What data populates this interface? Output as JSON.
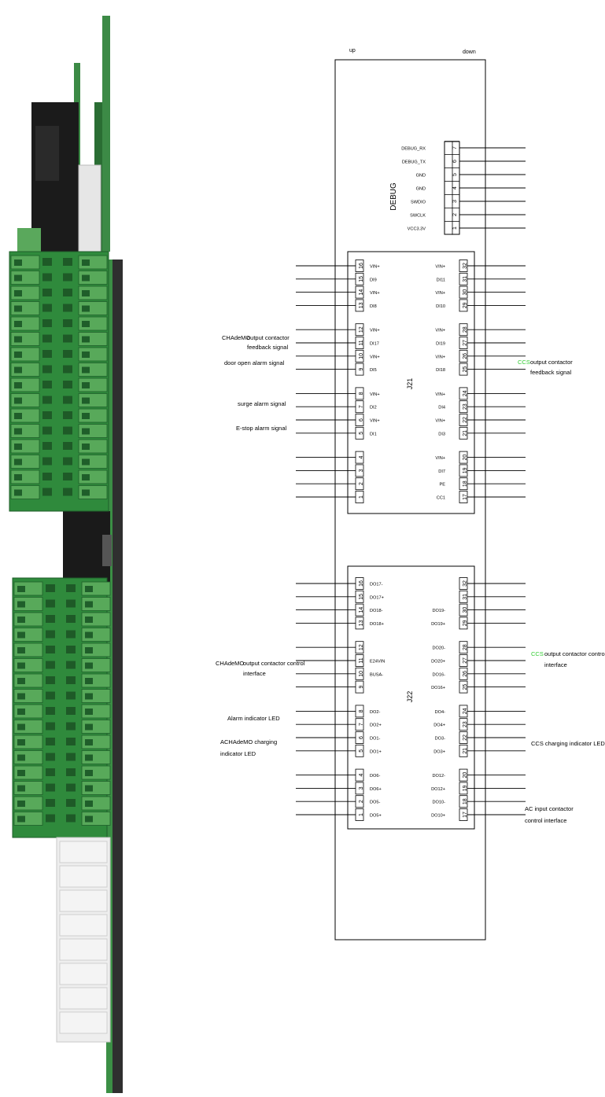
{
  "header": {
    "left": "up",
    "right": "down"
  },
  "debug": {
    "title": "DEBUG",
    "pins": [
      {
        "num": "7",
        "label": "DEBUG_RX"
      },
      {
        "num": "6",
        "label": "DEBUG_TX"
      },
      {
        "num": "5",
        "label": "GND"
      },
      {
        "num": "4",
        "label": "GND"
      },
      {
        "num": "3",
        "label": "SWDIO"
      },
      {
        "num": "2",
        "label": "SWCLK"
      },
      {
        "num": "1",
        "label": "VCC3.3V"
      }
    ]
  },
  "j21": {
    "title": "J21",
    "left_pins": [
      {
        "num": "16",
        "label": "VIN+"
      },
      {
        "num": "15",
        "label": "DI9"
      },
      {
        "num": "14",
        "label": "VIN+"
      },
      {
        "num": "13",
        "label": "DI8"
      },
      {
        "num": "12",
        "label": "VIN+"
      },
      {
        "num": "11",
        "label": "DI17"
      },
      {
        "num": "10",
        "label": "VIN+"
      },
      {
        "num": "9",
        "label": "DI5"
      },
      {
        "num": "8",
        "label": "VIN+"
      },
      {
        "num": "7",
        "label": "DI2"
      },
      {
        "num": "6",
        "label": "VIN+"
      },
      {
        "num": "5",
        "label": "DI1"
      },
      {
        "num": "4",
        "label": ""
      },
      {
        "num": "3",
        "label": ""
      },
      {
        "num": "2",
        "label": ""
      },
      {
        "num": "1",
        "label": ""
      }
    ],
    "right_pins": [
      {
        "num": "32",
        "label": "VIN+"
      },
      {
        "num": "31",
        "label": "DI11"
      },
      {
        "num": "30",
        "label": "VIN+"
      },
      {
        "num": "29",
        "label": "DI10"
      },
      {
        "num": "28",
        "label": "VIN+"
      },
      {
        "num": "27",
        "label": "DI19"
      },
      {
        "num": "26",
        "label": "VIN+"
      },
      {
        "num": "25",
        "label": "DI18"
      },
      {
        "num": "24",
        "label": "VIN+"
      },
      {
        "num": "23",
        "label": "DI4"
      },
      {
        "num": "22",
        "label": "VIN+"
      },
      {
        "num": "21",
        "label": "DI3"
      },
      {
        "num": "20",
        "label": "VIN+"
      },
      {
        "num": "19",
        "label": "DI7"
      },
      {
        "num": "18",
        "label": "PE"
      },
      {
        "num": "17",
        "label": "CC1"
      }
    ]
  },
  "j22": {
    "title": "J22",
    "left_pins": [
      {
        "num": "16",
        "label": "DO17-"
      },
      {
        "num": "15",
        "label": "DO17+"
      },
      {
        "num": "14",
        "label": "DO18-"
      },
      {
        "num": "13",
        "label": "DO18+"
      },
      {
        "num": "12",
        "label": ""
      },
      {
        "num": "11",
        "label": "E24VIN"
      },
      {
        "num": "10",
        "label": "BUSA-"
      },
      {
        "num": "9",
        "label": ""
      },
      {
        "num": "8",
        "label": "DO2-"
      },
      {
        "num": "7",
        "label": "DO2+"
      },
      {
        "num": "6",
        "label": "DO1-"
      },
      {
        "num": "5",
        "label": "DO1+"
      },
      {
        "num": "4",
        "label": "DO6-"
      },
      {
        "num": "3",
        "label": "DO6+"
      },
      {
        "num": "2",
        "label": "DO5-"
      },
      {
        "num": "1",
        "label": "DO5+"
      }
    ],
    "right_pins": [
      {
        "num": "32",
        "label": ""
      },
      {
        "num": "31",
        "label": ""
      },
      {
        "num": "30",
        "label": "DO19-"
      },
      {
        "num": "29",
        "label": "DO19+"
      },
      {
        "num": "28",
        "label": "DO20-"
      },
      {
        "num": "27",
        "label": "DO20+"
      },
      {
        "num": "26",
        "label": "DO16-"
      },
      {
        "num": "25",
        "label": "DO16+"
      },
      {
        "num": "24",
        "label": "DO4-"
      },
      {
        "num": "23",
        "label": "DO4+"
      },
      {
        "num": "22",
        "label": "DO3-"
      },
      {
        "num": "21",
        "label": "DO3+"
      },
      {
        "num": "20",
        "label": "DO12-"
      },
      {
        "num": "19",
        "label": "DO12+"
      },
      {
        "num": "18",
        "label": "DO10-"
      },
      {
        "num": "17",
        "label": "DO10+"
      }
    ]
  },
  "annotations": {
    "chademo_out_feedback_prefix": "CHAdeMO",
    "chademo_out_feedback_1": "output contactor",
    "chademo_out_feedback_2": "feedback signal",
    "door_open": "door open alarm signal",
    "surge": "surge alarm signal",
    "estop": "E-stop alarm signal",
    "ccs_out_feedback_prefix": "CCS",
    "ccs_out_feedback_1": "output contactor",
    "ccs_out_feedback_2": "feedback signal",
    "chademo_out_ctrl_prefix": "CHAdeMO",
    "chademo_out_ctrl_1": "output contactor control",
    "chademo_out_ctrl_2": "interface",
    "ccs_out_ctrl_prefix": "CCS",
    "ccs_out_ctrl_1": "output contactor control",
    "ccs_out_ctrl_2": "interface",
    "alarm_led": "Alarm indicator LED",
    "achademo_led_1": "ACHAdeMO charging",
    "achademo_led_2": "indicator LED",
    "ccs_led": "CCS charging indicator LED",
    "ac_input_1": "AC input contactor",
    "ac_input_2": "control interface"
  },
  "colors": {
    "pcb_green": "#2f8a3c",
    "terminal_green": "#58a95a",
    "terminal_dark": "#1f5e2a",
    "highlight_green": "#33cc33",
    "line": "#000000"
  }
}
